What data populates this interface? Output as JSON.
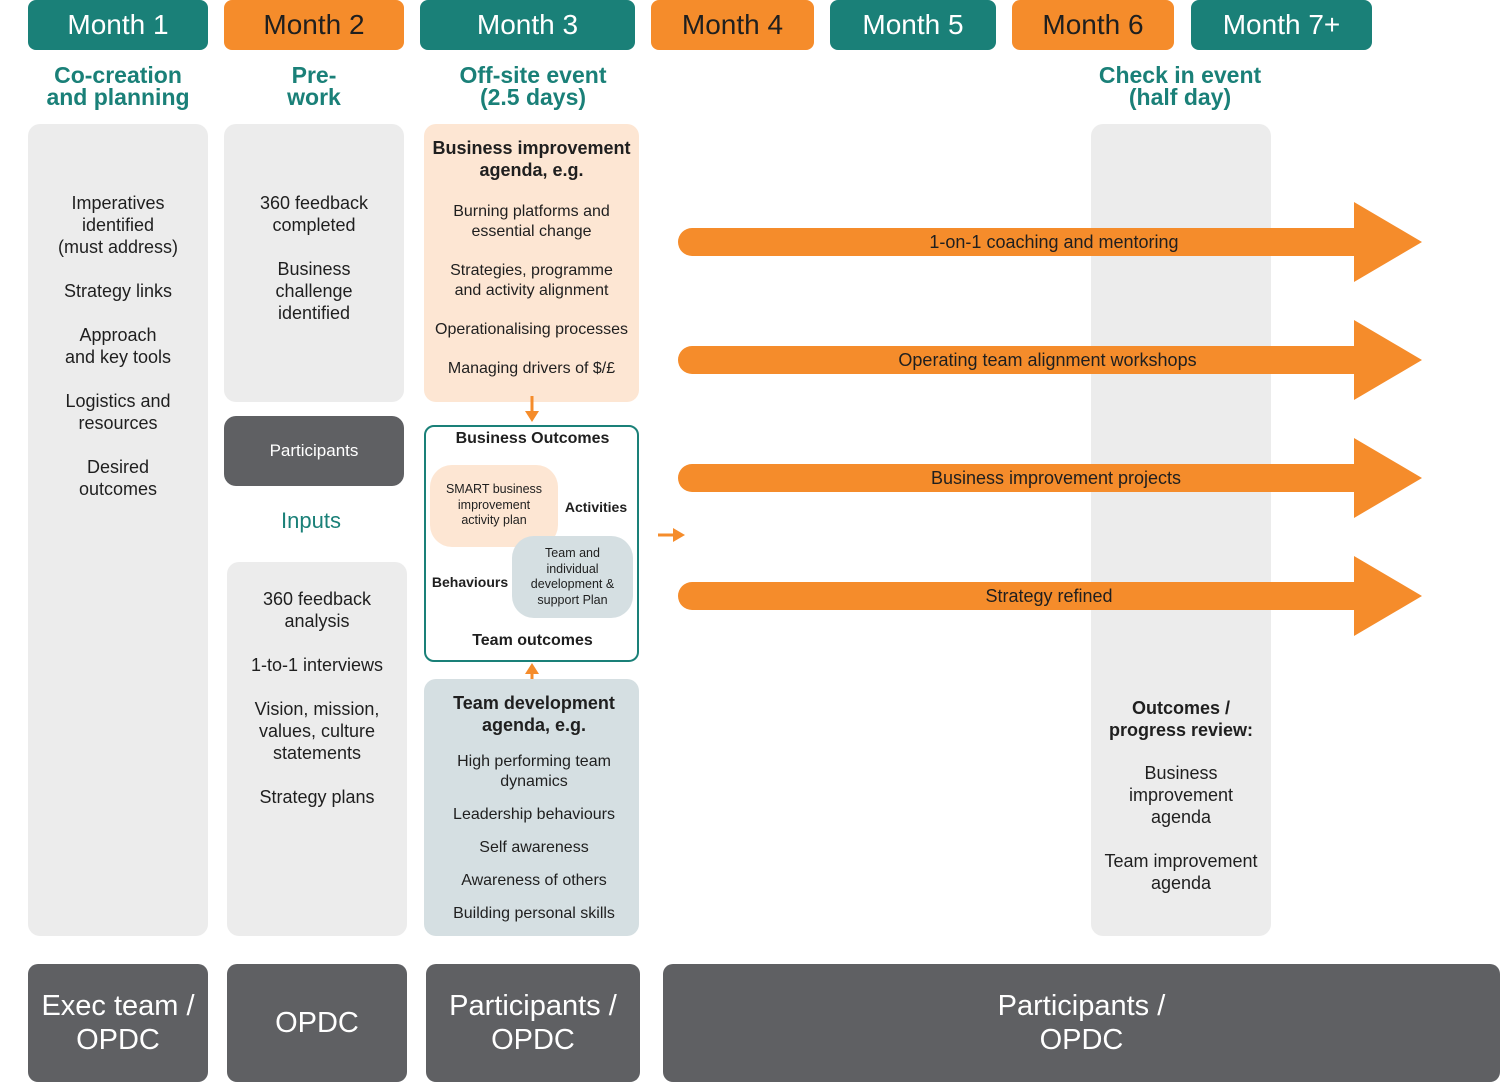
{
  "months": [
    {
      "label": "Month 1",
      "color": "#1a8078"
    },
    {
      "label": "Month 2",
      "color": "#f58c2b"
    },
    {
      "label": "Month 3",
      "color": "#1a8078"
    },
    {
      "label": "Month 4",
      "color": "#f58c2b"
    },
    {
      "label": "Month 5",
      "color": "#1a8078"
    },
    {
      "label": "Month 6",
      "color": "#f58c2b"
    },
    {
      "label": "Month 7+",
      "color": "#1a8078"
    }
  ],
  "phases": {
    "cocreation": "Co-creation\nand planning",
    "prework": "Pre-\nwork",
    "offsite": "Off-site event\n(2.5 days)",
    "checkin": "Check in event\n(half day)"
  },
  "col1": {
    "items": [
      "Imperatives\nidentified\n(must address)",
      "Strategy links",
      "Approach\nand key tools",
      "Logistics and\nresources",
      "Desired\noutcomes"
    ]
  },
  "col2": {
    "items": [
      "360 feedback\ncompleted",
      "Business\nchallenge\nidentified"
    ],
    "participants": "Participants",
    "inputs_title": "Inputs",
    "inputs": [
      "360 feedback\nanalysis",
      "1-to-1 interviews",
      "Vision, mission,\nvalues, culture\nstatements",
      "Strategy plans"
    ]
  },
  "col3": {
    "business_title": "Business improvement\nagenda, e.g.",
    "business_items": [
      "Burning platforms and\nessential change",
      "Strategies, programme\nand activity alignment",
      "Operationalising processes",
      "Managing drivers of $/£"
    ],
    "outcomes_title": "Business Outcomes",
    "smart_plan": "SMART business\nimprovement\nactivity plan",
    "activities": "Activities",
    "behaviours": "Behaviours",
    "team_plan": "Team and\nindividual\ndevelopment &\nsupport Plan",
    "team_outcomes": "Team outcomes",
    "team_title": "Team development\nagenda, e.g.",
    "team_items": [
      "High performing team\ndynamics",
      "Leadership behaviours",
      "Self awareness",
      "Awareness of others",
      "Building personal skills"
    ]
  },
  "arrows": [
    "1-on-1 coaching and mentoring",
    "Operating team alignment workshops",
    "Business improvement projects",
    "Strategy refined"
  ],
  "col6": {
    "review_title": "Outcomes /\nprogress review:",
    "items": [
      "Business\nimprovement\nagenda",
      "Team improvement\nagenda"
    ]
  },
  "footers": [
    "Exec team /\nOPDC",
    "OPDC",
    "Participants /\nOPDC",
    "Participants /\nOPDC"
  ],
  "colors": {
    "teal": "#1a8078",
    "orange": "#f58c2b",
    "peach": "#fde6d3",
    "bluegrey": "#d5dfe2",
    "panel": "#ececec",
    "dark": "#5f6063"
  }
}
